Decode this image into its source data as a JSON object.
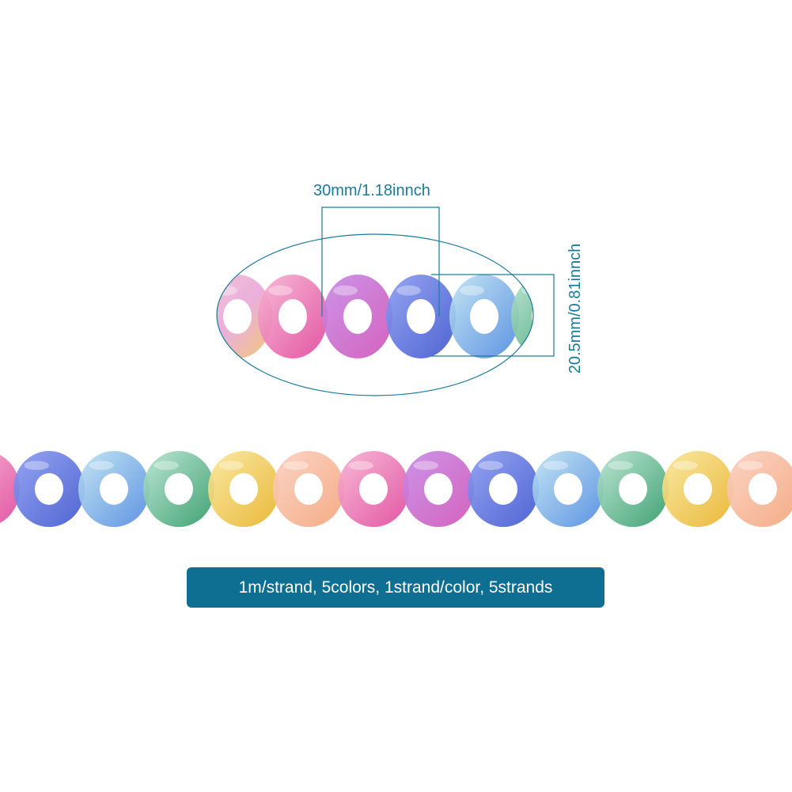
{
  "dimensions": {
    "width_label": "30mm/1.18innch",
    "height_label": "20.5mm/0.81innch"
  },
  "banner": {
    "text": "1m/strand, 5colors, 1strand/color, 5strands"
  },
  "colors": {
    "annotation": "#1c7a99",
    "banner_bg": "#0f6f92",
    "link_palette": [
      "#f29ac0",
      "#e55aa6",
      "#b46ad6",
      "#5b74d8",
      "#7fb3ea",
      "#52b985",
      "#f1c94a",
      "#f5ad90"
    ]
  },
  "icons": {
    "chain": "curb-chain-link-icon"
  }
}
